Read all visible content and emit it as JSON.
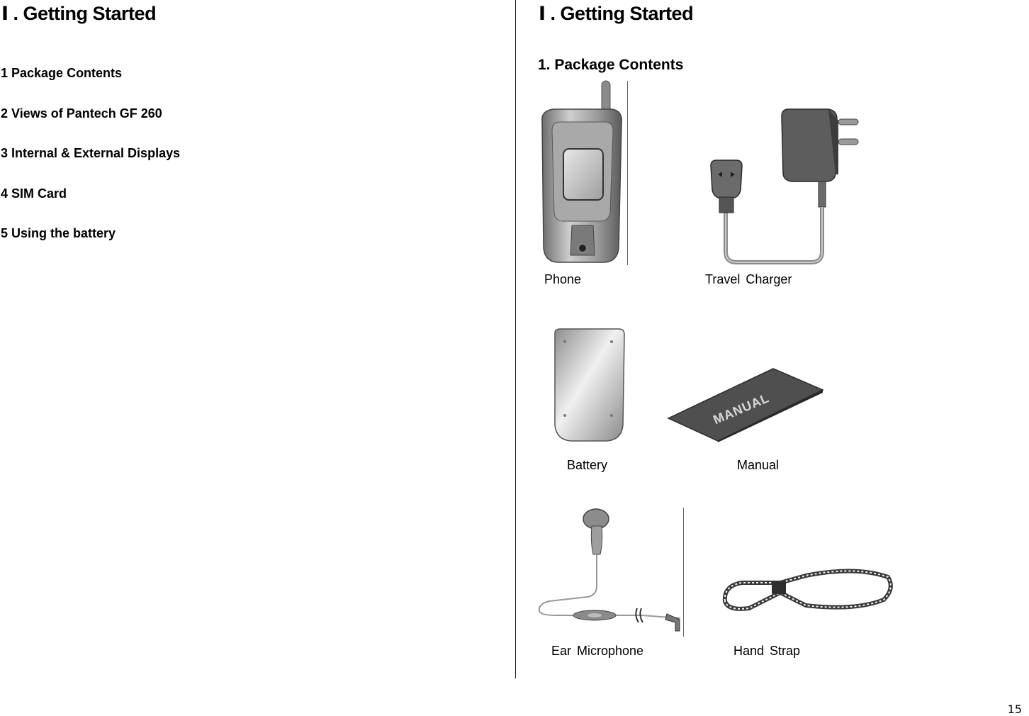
{
  "left_page": {
    "chapter_title": "Ⅰ . Getting Started",
    "toc": [
      "1 Package Contents",
      "2 Views of Pantech GF 260",
      "3 Internal & External Displays",
      "4 SIM Card",
      "5 Using the battery"
    ]
  },
  "right_page": {
    "chapter_title": "Ⅰ . Getting Started",
    "section_title": "1. Package Contents",
    "items": {
      "phone": "Phone",
      "travel_charger": "Travel  Charger",
      "battery": "Battery",
      "manual": "Manual",
      "manual_cover_text": "MANUAL",
      "ear_microphone": "Ear  Microphone",
      "hand_strap": "Hand  Strap"
    }
  },
  "page_number": "15"
}
